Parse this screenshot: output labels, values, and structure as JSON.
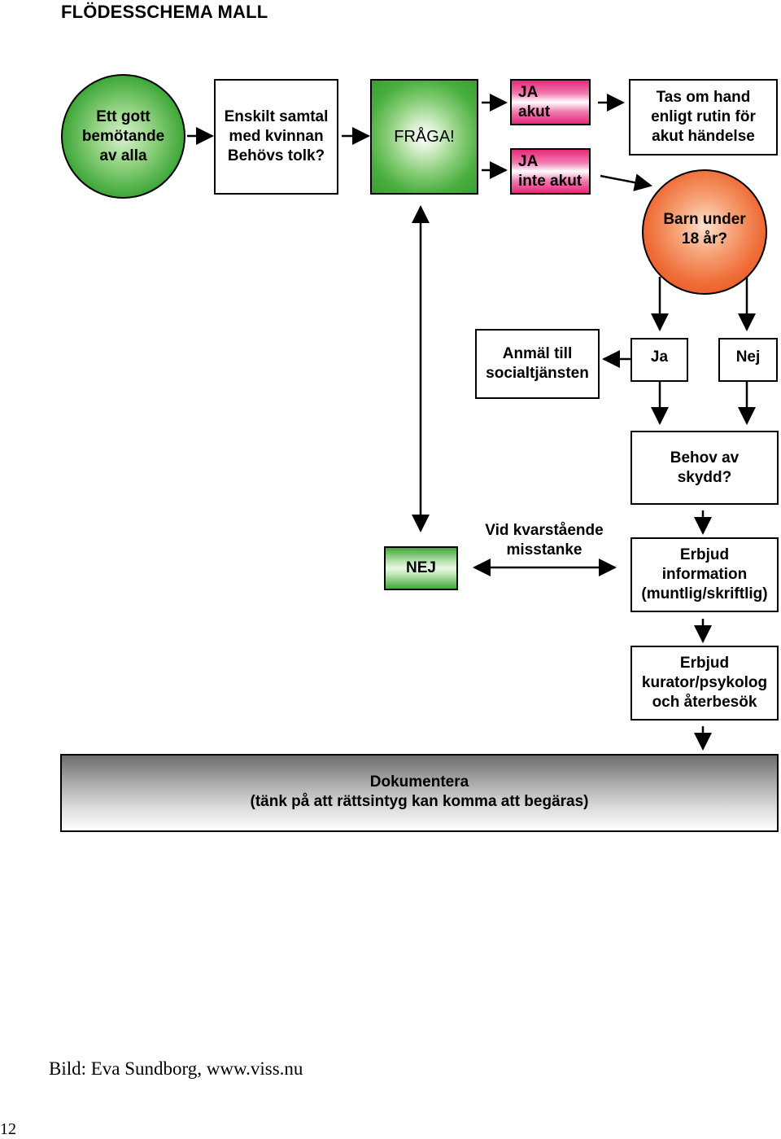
{
  "title": "FLÖDESSCHEMA MALL",
  "nodes": {
    "start": "Ett gott\nbemötande\nav alla",
    "private_talk": "Enskilt samtal\nmed kvinnan\nBehövs tolk?",
    "question": "FRÅGA!",
    "yes_acute": "JA\nakut",
    "yes_not_acute": "JA\ninte akut",
    "acute_routine": "Tas om hand\nenligt rutin för\nakut händelse",
    "child_under_18": "Barn under\n18 år?",
    "report_social": "Anmäl till\nsocialtjänsten",
    "ja": "Ja",
    "nej": "Nej",
    "protection_need": "Behov av\nskydd?",
    "no": "NEJ",
    "remaining_suspicion": "Vid kvarstående\nmisstanke",
    "offer_information": "Erbjud\ninformation\n(muntlig/skriftlig)",
    "offer_counselor": "Erbjud\nkurator/psykolog\noch återbesök",
    "document": "Dokumentera\n(tänk på att rättsintyg kan komma att begäras)"
  },
  "credit": "Bild: Eva Sundborg, www.viss.nu",
  "page_number": "12"
}
